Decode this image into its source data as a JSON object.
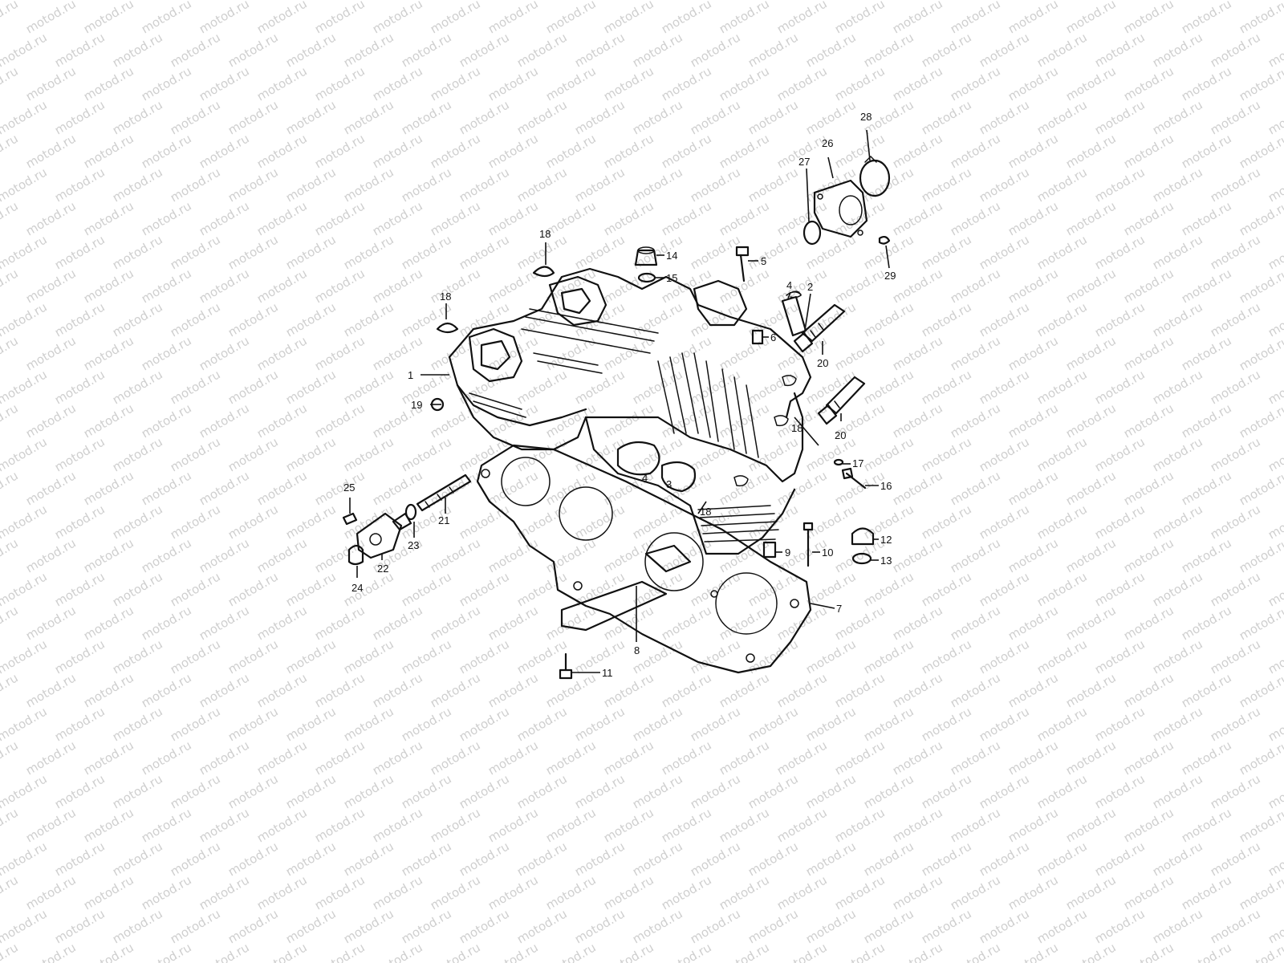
{
  "watermark": {
    "text": "motod.ru",
    "color": "#cfcfcf"
  },
  "line_color": "#111111",
  "background": "#ffffff",
  "callouts": {
    "c1": "1",
    "c2": "2",
    "c3": "3",
    "c4": "4",
    "c4b": "4",
    "c5": "5",
    "c6": "6",
    "c7": "7",
    "c8": "8",
    "c9": "9",
    "c10": "10",
    "c11": "11",
    "c12": "12",
    "c13": "13",
    "c14": "14",
    "c15": "15",
    "c16": "16",
    "c17": "17",
    "c18a": "18",
    "c18b": "18",
    "c18c": "18",
    "c18d": "18",
    "c19": "19",
    "c20a": "20",
    "c20b": "20",
    "c21": "21",
    "c22": "22",
    "c23": "23",
    "c24": "24",
    "c25": "25",
    "c26": "26",
    "c27": "27",
    "c28": "28",
    "c29": "29"
  }
}
